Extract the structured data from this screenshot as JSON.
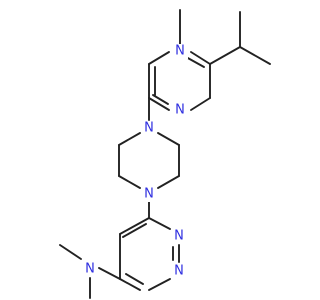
{
  "atoms": {
    "n_pyr1_top": "N",
    "n_pyr1_bottom": "N",
    "n_pip_top": "N",
    "n_pip_bottom": "N",
    "n_pyr2_right": "N",
    "n_pyr2_bottom": "N",
    "n_amine": "N"
  },
  "colors": {
    "nitrogen": "#2f2fe0",
    "bond": "#222222",
    "background": "#ffffff"
  }
}
